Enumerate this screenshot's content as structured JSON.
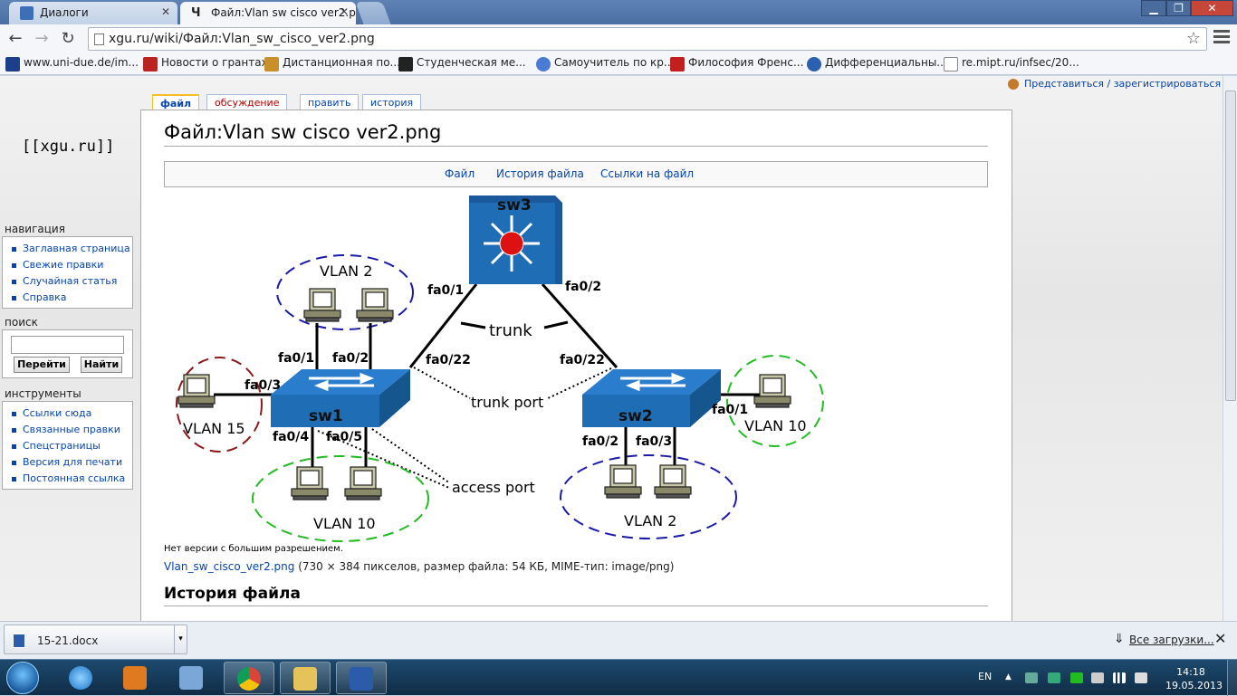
{
  "browser": {
    "tabs": [
      {
        "label": "Диалоги",
        "active": false
      },
      {
        "label": "Файл:Vlan sw cisco ver2.p",
        "active": true
      }
    ],
    "url": "xgu.ru/wiki/Файл:Vlan_sw_cisco_ver2.png",
    "bookmarks": [
      "www.uni-due.de/im...",
      "Новости о грантах",
      "Дистанционная по...",
      "Студенческая ме...",
      "Самоучитель по кр...",
      "Философия Френс...",
      "Дифференциальны...",
      "re.mipt.ru/infsec/20..."
    ]
  },
  "page": {
    "logo": "[[xgu.ru]]",
    "user_link": "Представиться / зарегистрироваться",
    "tabs": [
      "файл",
      "обсуждение",
      "править",
      "история"
    ],
    "navigation": {
      "heading": "навигация",
      "items": [
        "Заглавная страница",
        "Свежие правки",
        "Случайная статья",
        "Справка"
      ]
    },
    "search": {
      "heading": "поиск",
      "go": "Перейти",
      "find": "Найти"
    },
    "tools": {
      "heading": "инструменты",
      "items": [
        "Ссылки сюда",
        "Связанные правки",
        "Спецстраницы",
        "Версия для печати",
        "Постоянная ссылка"
      ]
    },
    "title": "Файл:Vlan sw cisco ver2.png",
    "file_toc": [
      "Файл",
      "История файла",
      "Ссылки на файл"
    ],
    "no_higher_res": "Нет версии с большим разрешением.",
    "file_link": "Vlan_sw_cisco_ver2.png",
    "file_meta": "(730 × 384 пикселов, размер файла: 54 КБ, MIME-тип: image/png)",
    "history_heading": "История файла"
  },
  "diagram": {
    "switches": [
      "sw3",
      "sw1",
      "sw2"
    ],
    "labels": {
      "trunk": "trunk",
      "trunk_port": "trunk port",
      "access_port": "access port",
      "sw3_fa01": "fa0/1",
      "sw3_fa02": "fa0/2",
      "sw1_fa022": "fa0/22",
      "sw2_fa022": "fa0/22",
      "sw1_fa01": "fa0/1",
      "sw1_fa02": "fa0/2",
      "sw1_fa03": "fa0/3",
      "sw1_fa04": "fa0/4",
      "sw1_fa05": "fa0/5",
      "sw2_fa01": "fa0/1",
      "sw2_fa02": "fa0/2",
      "sw2_fa03": "fa0/3"
    },
    "vlans": {
      "sw1_top": "VLAN 2",
      "sw1_left": "VLAN 15",
      "sw1_bottom": "VLAN 10",
      "sw2_right": "VLAN 10",
      "sw2_bottom": "VLAN 2"
    },
    "colors": {
      "switch": "#1f6db5",
      "vlan2": "#1a1aaa",
      "vlan10": "#22bb22",
      "vlan15": "#8b1a1a",
      "router_dot": "#dd1111"
    }
  },
  "downloads": {
    "file": "15-21.docx",
    "all": "Все загрузки..."
  },
  "taskbar": {
    "lang": "EN",
    "time": "14:18",
    "date": "19.05.2013"
  }
}
